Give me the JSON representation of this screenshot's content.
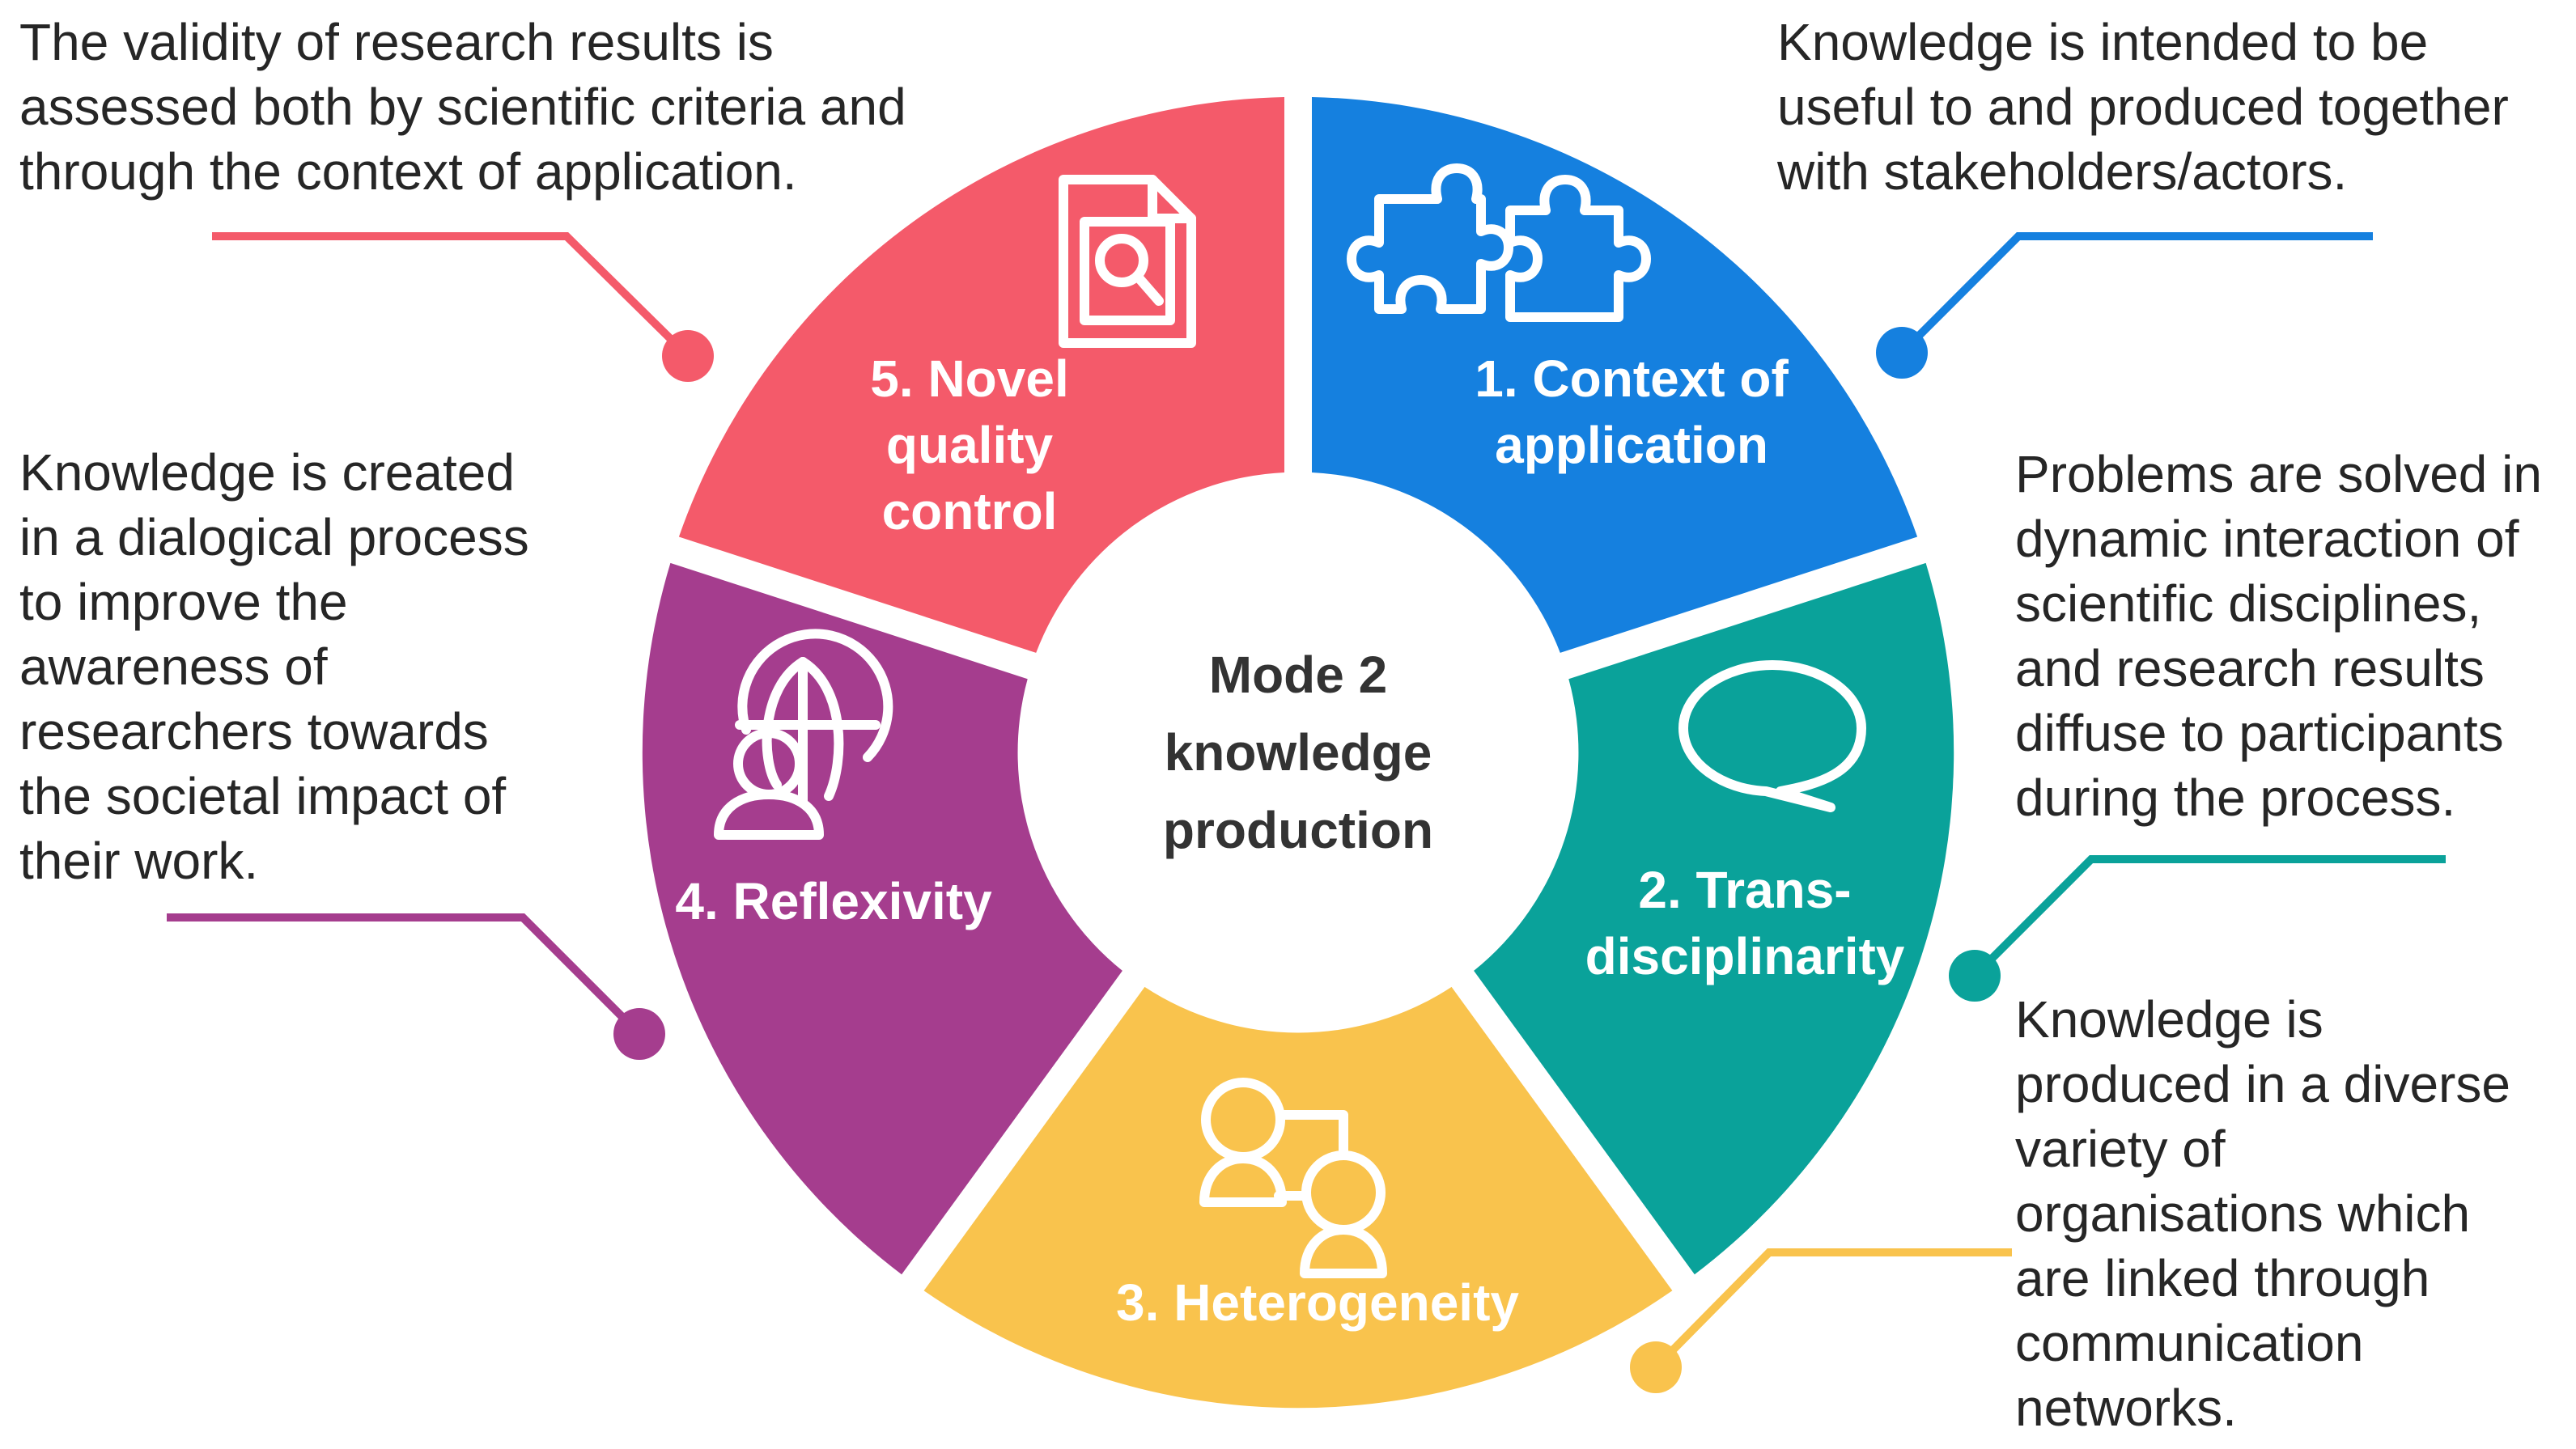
{
  "center": {
    "label_lines": [
      "Mode 2",
      "knowledge",
      "production"
    ]
  },
  "segments": [
    {
      "id": "context",
      "label_lines": [
        "1. Context of",
        "application"
      ],
      "color": "#1580DF",
      "icon": "puzzle-icon",
      "description_lines": [
        "Knowledge is intended to be",
        "useful to and produced together",
        "with stakeholders/actors."
      ]
    },
    {
      "id": "trans",
      "label_lines": [
        "2. Trans-",
        "disciplinarity"
      ],
      "color": "#0AA29A",
      "icon": "speech-bubble-icon",
      "description_lines": [
        "Problems are solved in",
        "dynamic interaction of",
        "scientific disciplines,",
        "and research results",
        "diffuse to participants",
        "during the process."
      ]
    },
    {
      "id": "hetero",
      "label_lines": [
        "3. Heterogeneity"
      ],
      "color": "#F9C34D",
      "icon": "two-people-icon",
      "description_lines": [
        "Knowledge is",
        "produced in a diverse",
        "variety of",
        "organisations which",
        "are linked through",
        "communication",
        "networks."
      ]
    },
    {
      "id": "reflex",
      "label_lines": [
        "4. Reflexivity"
      ],
      "color": "#A53D8E",
      "icon": "globe-person-icon",
      "description_lines": [
        "Knowledge is created",
        "in a dialogical process",
        "to improve the",
        "awareness of",
        "researchers towards",
        "the societal impact of",
        "their work."
      ]
    },
    {
      "id": "quality",
      "label_lines": [
        "5. Novel",
        "quality",
        "control"
      ],
      "color": "#F45A6A",
      "icon": "document-search-icon",
      "description_lines": [
        "The validity of research results is",
        "assessed both by scientific criteria and",
        "through the context of application."
      ]
    }
  ]
}
